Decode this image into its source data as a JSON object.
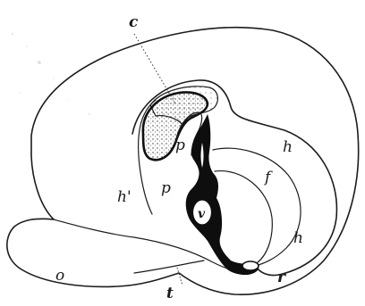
{
  "figure": {
    "labels": {
      "c": "c",
      "h_upper": "h",
      "p_upper": "p",
      "f": "f",
      "h_left": "h'",
      "p_lower": "p",
      "v": "v",
      "h_lower": "h",
      "o": "o",
      "r": "r",
      "t": "t"
    }
  }
}
